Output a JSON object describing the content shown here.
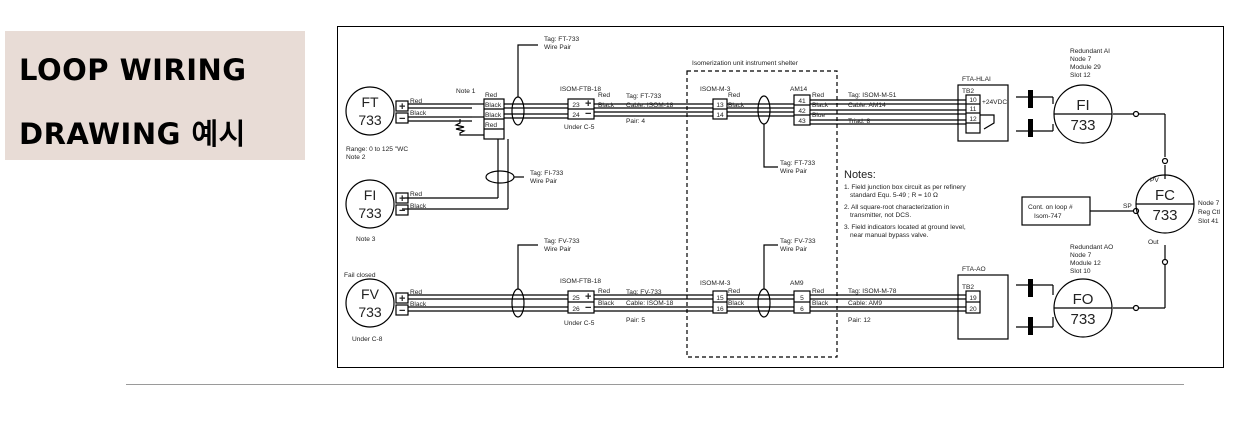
{
  "title": {
    "line1": "LOOP WIRING",
    "line2": "DRAWING 예시"
  },
  "diagram": {
    "tags": {
      "ft_wire": "Tag: FT-733",
      "wire_pair": "Wire Pair",
      "fi_wire": "Tag: FI-733",
      "fv_wire": "Tag: FV-733",
      "ft_shelter": "Tag: FT-733",
      "fv_shelter": "Tag: FV-733"
    },
    "shelter": "Isomerization unit instrument shelter",
    "devices": {
      "ft": {
        "a": "FT",
        "b": "733"
      },
      "fi_field": {
        "a": "FI",
        "b": "733"
      },
      "fv": {
        "a": "FV",
        "b": "733"
      },
      "fi_ctrl": {
        "a": "FI",
        "b": "733"
      },
      "fc": {
        "a": "FC",
        "b": "733"
      },
      "fo": {
        "a": "FO",
        "b": "733"
      }
    },
    "labels": {
      "note1": "Note 1",
      "range": "Range: 0 to 125 \"WC",
      "note2": "Note 2",
      "note3": "Note 3",
      "fail_closed": "Fail closed",
      "under_c8": "Under C-8",
      "ftb1": "ISOM-FTB-18",
      "ftb2": "ISOM-FTB-18",
      "under_c5a": "Under C-5",
      "under_c5b": "Under C-5",
      "m3a": "ISOM-M-3",
      "m3b": "ISOM-M-3",
      "am14": "AM14",
      "am9": "AM9",
      "hlai": "FTA-HLAI",
      "ao": "FTA-AO",
      "tb2a": "TB2",
      "tb2b": "TB2",
      "vdc": "+24VDC",
      "red": "Red",
      "black": "Black",
      "blue": "Blue",
      "tag_ft": "Tag: FT-733",
      "cable1": "Cable: ISOM-18",
      "pair4": "Pair: 4",
      "tag_fv": "Tag: FV-733",
      "cable2": "Cable: ISOM-18",
      "pair5": "Pair: 5",
      "tag_m51": "Tag: ISOM-M-51",
      "cable_am14": "Cable: AM14",
      "triad8": "Triad: 8",
      "tag_m78": "Tag: ISOM-M-78",
      "cable_am9": "Cable: AM9",
      "pair12": "Pair: 12",
      "red_ai": "Redundant AI",
      "ai_node": "Node 7",
      "ai_module": "Module 29",
      "ai_slot": "Slot 12",
      "red_ao": "Redundant AO",
      "ao_node": "Node 7",
      "ao_module": "Module 12",
      "ao_slot": "Slot 10",
      "fc_node": "Node 7",
      "fc_reg": "Reg Ctl",
      "fc_slot": "Slot 41",
      "pv": "PV",
      "sp": "SP",
      "out": "Out",
      "cont1": "Cont. on loop #",
      "cont2": "Isom-747"
    },
    "terminals": {
      "t23": "23",
      "t24": "24",
      "t25": "25",
      "t26": "26",
      "t13": "13",
      "t14": "14",
      "t15": "15",
      "t16": "16",
      "t41": "41",
      "t42": "42",
      "t43": "43",
      "t5": "5",
      "t6": "6",
      "t10": "10",
      "t11": "11",
      "t12": "12",
      "t19": "19",
      "t20": "20"
    },
    "notes": {
      "heading": "Notes:",
      "n1a": "1. Field junction box circuit as per refinery",
      "n1b": "standard Equ. 5-49 ; R = 10 Ω",
      "n2a": "2. All square-root characterization in",
      "n2b": "transmitter, not DCS.",
      "n3a": "3. Field indicators located at ground level,",
      "n3b": "near manual bypass valve."
    }
  }
}
